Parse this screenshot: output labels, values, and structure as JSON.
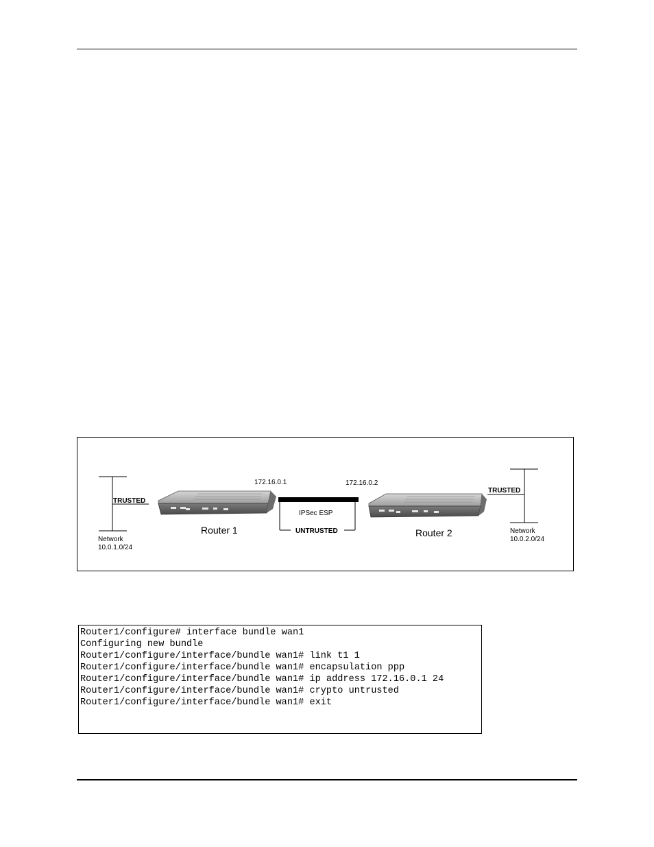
{
  "diagram": {
    "left_network": {
      "zone_label": "TRUSTED",
      "network_label": "Network",
      "subnet": "10.0.1.0/24"
    },
    "router1": {
      "name": "Router 1",
      "ip": "172.16.0.1"
    },
    "tunnel": {
      "label": "IPSec ESP",
      "zone_label": "UNTRUSTED"
    },
    "router2": {
      "name": "Router 2",
      "ip": "172.16.0.2"
    },
    "right_network": {
      "zone_label": "TRUSTED",
      "network_label": "Network",
      "subnet": "10.0.2.0/24"
    },
    "colors": {
      "router_body": "#8c8c8c",
      "router_top": "#bdbdbd",
      "tunnel_bar": "#000000"
    }
  },
  "config": {
    "lines": [
      "Router1/configure# interface bundle wan1",
      "Configuring new bundle",
      "Router1/configure/interface/bundle wan1# link t1 1",
      "Router1/configure/interface/bundle wan1# encapsulation ppp",
      "Router1/configure/interface/bundle wan1# ip address 172.16.0.1 24",
      "Router1/configure/interface/bundle wan1# crypto untrusted",
      "Router1/configure/interface/bundle wan1# exit"
    ]
  }
}
